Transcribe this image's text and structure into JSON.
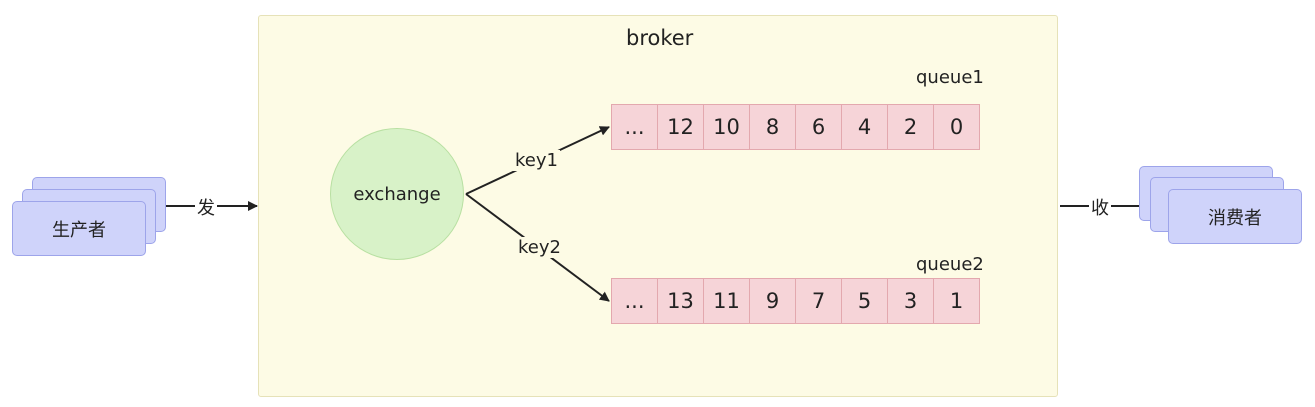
{
  "broker": {
    "title": "broker"
  },
  "exchange": {
    "label": "exchange"
  },
  "routes": [
    {
      "key": "key1"
    },
    {
      "key": "key2"
    }
  ],
  "queues": [
    {
      "name": "queue1",
      "cells": [
        "...",
        "12",
        "10",
        "8",
        "6",
        "4",
        "2",
        "0"
      ]
    },
    {
      "name": "queue2",
      "cells": [
        "...",
        "13",
        "11",
        "9",
        "7",
        "5",
        "3",
        "1"
      ]
    }
  ],
  "producer": {
    "label": "生产者",
    "send_label": "发"
  },
  "consumer": {
    "label": "消费者",
    "receive_label": "收"
  },
  "colors": {
    "broker_fill": "#fdfbe5",
    "exchange_fill": "#d8f2c8",
    "queue_cell_fill": "#f6d4d8",
    "actor_fill": "#cfd3fa"
  }
}
